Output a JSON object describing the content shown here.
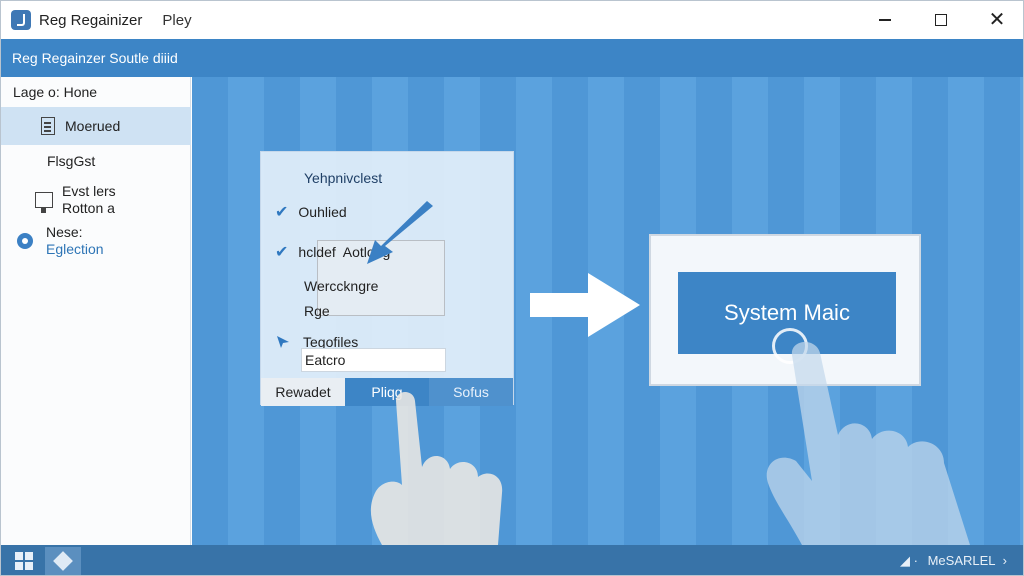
{
  "window": {
    "title": "Reg Regainizer",
    "title_menu": "Pley",
    "header": "Reg Regainzer Soutle diiid"
  },
  "sidebar": {
    "breadcrumb": "Lage o: Hone",
    "items": [
      {
        "label": "Moerued",
        "icon": "document-icon",
        "selected": true
      },
      {
        "label": "FlsgGst"
      },
      {
        "label_line1": "Evst lers",
        "label_line2": "Rotton a",
        "icon": "monitor-icon"
      },
      {
        "label_line1": "Nese:",
        "label_line2": "Eglection",
        "icon": "gear-icon"
      }
    ]
  },
  "panel": {
    "title": "Yehpnivclest",
    "options": [
      {
        "label": "Ouhlied",
        "checked": true
      },
      {
        "label": "hcldef  Aotlong",
        "checked": true
      },
      {
        "label": "Wercckngre"
      },
      {
        "label": "Rge"
      },
      {
        "label": "Tegofiles",
        "icon": "cursor-icon"
      }
    ],
    "input_value": "Eatcro",
    "tabs": [
      "Rewadet",
      "Pliqg",
      "Sofus"
    ]
  },
  "card": {
    "button_label": "System Maic"
  },
  "taskbar": {
    "tray_text": "MeSARLEL"
  },
  "colors": {
    "accent": "#3d85c6",
    "sidebar_selected": "#cfe2f3",
    "main_bg": "#5ba2de"
  }
}
